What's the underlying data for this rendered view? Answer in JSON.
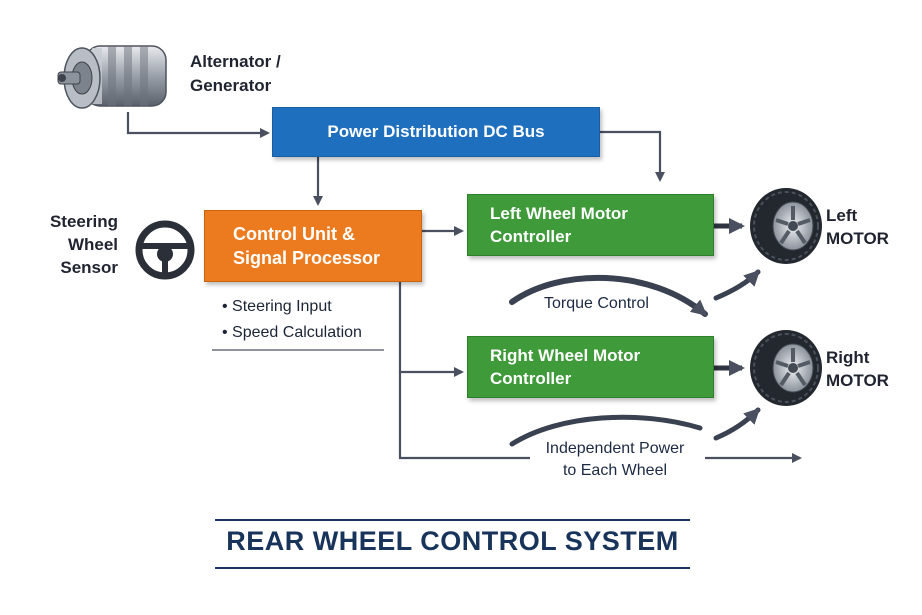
{
  "colors": {
    "bus_blue": "#1f6fbf",
    "control_orange": "#ec7a1e",
    "motor_green": "#3f9a3a",
    "arrow_gray": "#4a5060",
    "title_navy": "#18345a"
  },
  "generator": {
    "icon": "alternator-icon",
    "label_lines": [
      "Alternator /",
      "Generator"
    ]
  },
  "bus": {
    "label": "Power Distribution DC Bus"
  },
  "control_unit": {
    "label_lines": [
      "Control Unit &",
      "Signal Processor"
    ],
    "bullets": [
      "Steering Input",
      "Speed Calculation"
    ]
  },
  "steering": {
    "icon": "steering-wheel-icon",
    "label_lines": [
      "Steering",
      "Wheel",
      "Sensor"
    ]
  },
  "left_controller": {
    "label_lines": [
      "Left Wheel Motor",
      "Controller"
    ]
  },
  "right_controller": {
    "label_lines": [
      "Right Wheel Motor",
      "Controller"
    ]
  },
  "left_motor": {
    "icon": "tire-icon",
    "label_lines": [
      "Left",
      "MOTOR"
    ]
  },
  "right_motor": {
    "icon": "tire-icon",
    "label_lines": [
      "Right",
      "MOTOR"
    ]
  },
  "annotations": {
    "torque": "Torque Control",
    "independent_lines": [
      "Independent Power",
      "to Each Wheel"
    ]
  },
  "title": "REAR WHEEL CONTROL SYSTEM"
}
